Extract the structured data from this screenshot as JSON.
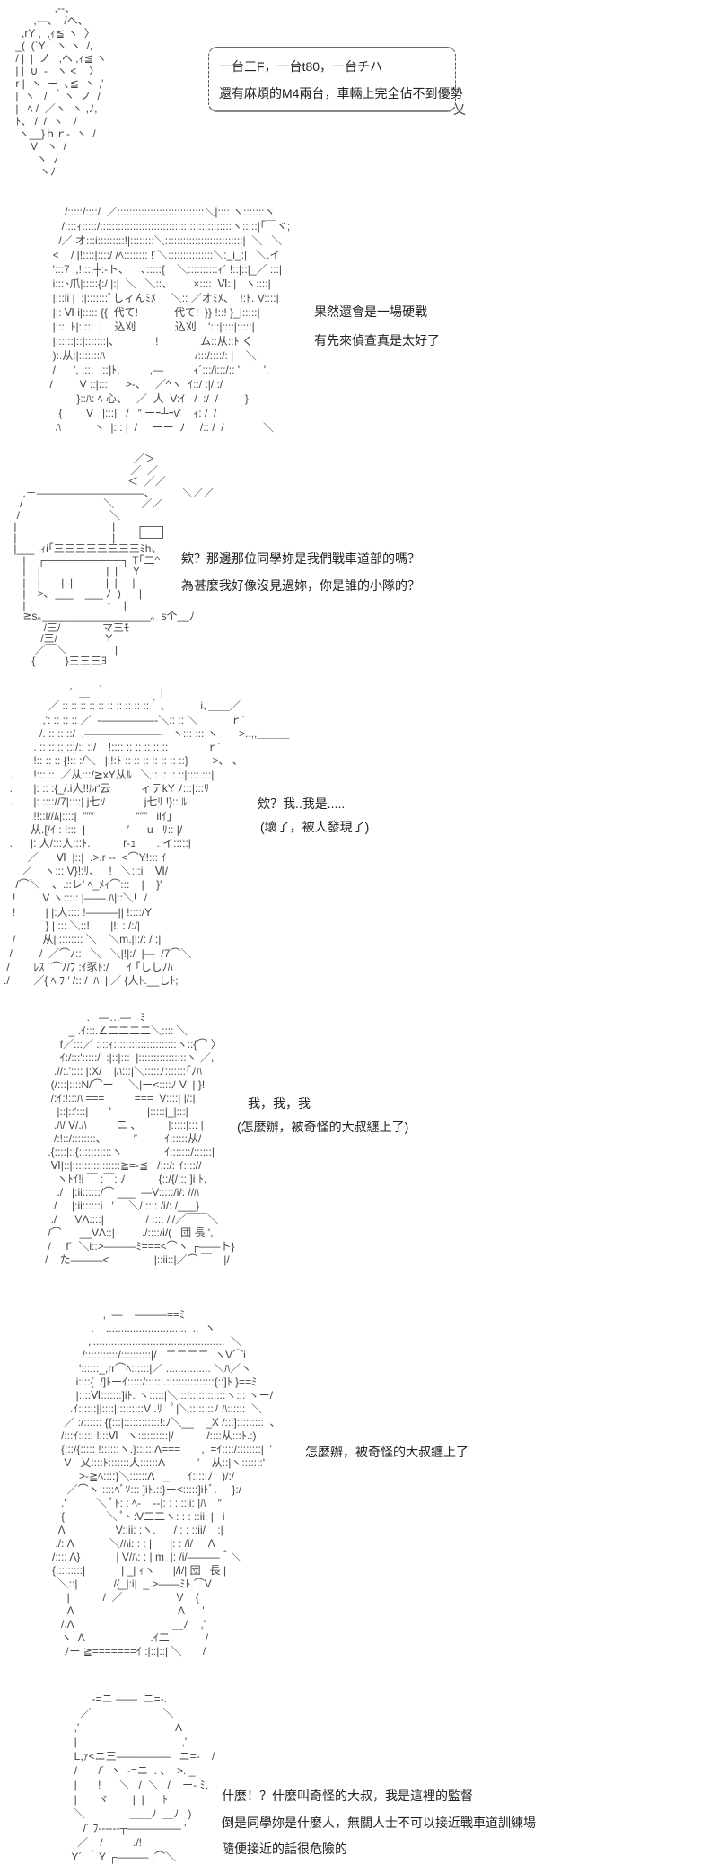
{
  "panels": [
    {
      "art": "              ,-‐、\n       ,―、  /ヘ、\n   ,rY ,  ,ｨ≦ ヽ  〉\n _(  (`Y｀ヽ ヽ  /,\n / |  |  ノ   ,ヘ ,ｨ≦ ヽ\n | |  ∪  -   ヽ <    〉\n r |  ヽ  ー  ､≦  ヽ ,'\n |  ヽ   /  ｀ヽ  ノ  /\n |   ﾍ /  ／ヽ  ヽ ,ﾉ,\n ﾄ、 /  /  ヽ   ﾉ\n  ヽ__}ｈｒ-  ヽ  /\n      V   ヽ  /\n        ヽ  ﾉ\n         ヽﾉ",
      "dialogue": [
        "一台三F，一台t80，一台チハ",
        "還有麻煩的M4兩台，車輛上完全佔不到優勢"
      ]
    },
    {
      "art": "      /:::::/::::/  ／:::::::::::::::::::::::::::::＼|:::: ヽ:::::::ヽ\n     /::::ｨ:::::/::::::::::::::::::::::::::::::::::::::::::::ヽ:::::|｢￣ヾ;\n    /／ オ:::i:::::::::!|::::::::＼::::::::::::::::::::::::::|  ＼   ＼\n  <    / |!::::|::::/ /ﾍ:::::::: !´＼:::::::::::::::＼:_i_:|   ＼.イ\n  ':::7  ,!::::┼:-ト、    ､:::::{    ＼::::::::::ｨ´ !::|::|_／ :::|\n  i:::ﾄ爪|:::::{:/ |:|  ＼   ＼::、       ×::::  Ⅵ::|   ヽ::::|\n  |:::li |  :|:::::::ﾞしィんﾐﾒ     ＼:: ／オﾐﾒ、  !:ﾄ. V::::|\n  |:: Ⅵ i|::::: {{  代て!            代て!  }} !::! }_|:::::|\n  |:::: ﾄ|:::::  |    込刈             込刈    ':::|::::|:::::|\n  |::::::|::|:::::::|、            !              ム::从::ﾄ く\n  ):.从:|:::::::ﾊ                              /:::/::::/: |    ＼\n  /      ', ::::  |::]ﾄ.          ,―          ｨ´:::/i:::/:: '        ',\n /         V ::|:::!     >-、   ／^ヽ  ｲ::/ :|/ :/\n          }::ﾊ: ﾍ 心、   ／  人  V:ｲ   /  :/  /         }\n    {        V   |:::|   /   ″ ーｰ┴ｰv'    ｨ: /  /\n   ﾊ           ヽ  |::: |  /     ーー  ﾉ     /:: /  /             ＼",
      "dialogue": [
        "果然還會是一場硬戰",
        "有先來偵查真是太好了"
      ]
    },
    {
      "art": "                                         ／＞\n                                        ／  ／\n                                       ＜  ／／\n    ,－――――――――――、         ＼／／\n   /                           ＼         ／／\n  /                              ＼\n |                                |       ┌──┐\n |                                |       └──┘\n |___ ,ｨi｢三三三三三三三三ﾐh、\n    |    ┌──────────┐ T｢二^\n    |    |                      |  |     Y\n    |    |       |  |           |  |     |\n    |    >､  ___    ___ ﾉ  )      |\n    |                           ↑    |\n    ≧s｡__________________。s个__ﾉ\n           /三/              マ三ﾓ\n          /三/                Y\n        ／￣＼                |\n       {          }三三三ﾖ",
      "dialogue": [
        "欸？那邊那位同學妳是我們戰車道部的嗎？",
        "為甚麼我好像沒見過妳，你是誰的小隊的？"
      ]
    },
    {
      "art": "                      ´  ＿  ｀                  |\n               ／ :: :: :: :: :: :: :: :: :: ::｀、          i､＿＿／\n             ,': :: :: :: ／  ‐―――――‐＼:: :: ＼           ｒ´\n            /. :: :: ::/  .―――――――‐   ヽ::: ::: ヽ       >..,,＿＿＿\n          . :: :: :: :::/:: ::/    !:::: :: :: :: :: ::             ｒ´\n          !:: :: :: {!:: :/＼   |:!:ﾄ :: :: :: :: :: :: ::}        >、 、\n  .       !::: ::  ／从:::/≧xY从ﾙ   ＼:: :: :: ::|:::: :::|\n  .       |: :: :{_/.i人!!ﾙr'云          ィテkY ﾉ:::|:::ﾘ\n  .       |: :::://7|::::| j七ｿ             j七ﾘ !}:: ﾙ\n          !!::l//ﾑ|::::|  ″″″              ″″″   ilｲ」\n         从.[/ｲ : !:::  |              ′      u   ﾘ:: |/\n  .      |: 人/:::人:::ﾄ.           r‐ｭ       . イ:::::|\n        ／      Ⅵ  |::|  .>.r ‐‐  <⌒Y!::: ｲ\n      ／    ヽ::: V}!:ﾘ、   !   ＼:::i    Ⅵ/\n    /⌒＼    、.::レ' ﾍ_ﾒｨ⌒:::    |    }′\n   !         V ヽ::::: |――.ﾊ|::＼!  ﾉ\n   !          | |:人:::: !―――|| !::::/Y\n              } | ::: ＼::!       |!: : /:/|\n   /         从| :::::::: ＼    ＼m.|!:/: / :|\n  /         /  ／⌒ﾉ::   ＼   ＼|!|:/  |―  /7⌒＼\n /        ﾚｽ ´⌒ﾉ/ﾌ :ｲ豕ﾄ:/      ｲ ｢ししﾉﾊ\n./        ／{ ﾍ ﾌ ′ /:: /  ﾊ  ||／ {人ﾄ.__しﾄ;",
      "dialogue": [
        "欸？我..我是.....",
        "(壞了，被人發現了)"
      ]
    },
    {
      "art": "                       .   ―…―   ﾐ\n                 _ .ｲ:::.∠二二二二＼:::: ＼\n              f／:::／ ::::ｨ:::::::::::::::::::::ヽ::{⌒ 〉\n              ｲ:/:::':::::/  :|::|:::  |::::::::::::::::ヽ ／,\n            .//:.':::: |:X/    |ﾊ:::|＼:::::ﾉ:::::::｢ﾉﾊ\n           (/:::|::::N/⌒ー     ＼|ー<::::ﾉ V| | }!\n           /:ｲ:!:::ﾊ ===          ===  V::::| |/:|\n             |::|::':::|       '            |:::::|_|:::|\n            .ﾊ/ V/.ﾊ          ニ 、         |:::::|::: |\n            /:!::/::::::::、         ″         ｲ::::::从/\n          .{::::|::{:::::::::::ヽ              ｲ:::::::/::::::|\n           Ⅵ|::|::::::::::::::::≧=-≦   /:::/: ｲ:::://\n             ヽﾄｲ!i ￣ :￣: ﾉ           {::/{/::: ]i ﾄ.\n             ./   |:ii::::::/⌒ ___  ―V:::::/i/: //ﾊ\n            /     |:ii::::::i   ′     ＼/ :::: /i/: /___}\n           ./      VΛ::::|              / :::: /i/／￣￣＼\n          /⌒      __VΛ::|         ./::::/i/(   団 長 ',\n          /     f´  ＼i::>―――ﾐ===<⌒ヽ ┌――ト}\n         /    た―――<               |::ii::|／⌒ ￣    |/",
      "dialogue": [
        "我，我，我",
        "(怎麼辦，被奇怪的大叔纏上了)"
      ]
    },
    {
      "art": "                          ,  ―    ―――==ﾐ\n                      .    ...........................  ..  ヽ\n                     ,'............................................  ＼\n                   /:::::::::::/::::::::::|/   二二二二  ヽV⌒i\n                  '::::::_,rr⌒ﾍ::::::|／ ............... ＼ﾊ／ヽ\n                 i::::{  /]ﾄーｲ:::::/::::::.::::::::::::::::{::]ﾄ }==ﾐ\n                 |::::Ⅵ:::::::]iﾄ. ヽ:::::|＼:::!::::::::::::ヽ::: ヽー/\n               .ｲ::::::||::::|:::::::::V .ﾘ   ﾟ|＼::::::::ﾉ ﾊ::::::  ＼\n             ／ :/:::::: {{:::|::::::::::::!:ﾉ＼__    _X /:::]:::::::::  、\n            /:::ｲ::::: !:::Ⅵ   ヽ::::::::::|/           /::::从:::ﾄ.:)\n            {:::/{::::: !::::::ヽ.}::::::Λ===       ,  =ｲ::::/::::::::|  '\n             V   乂::::ﾄ:::::::人::::::Λ           ′    从::|ヽ:::::::'\n                  >-≧ﾍ::::}＼::::::Λ   _      ｲ:::::ﾉ   )/:/\n              ／⌒ヽ ::::ﾍﾞｿ::: ]iﾄ.::}ー<:::::]iﾄﾞ.     }:/\n            .'          ＼ ﾟﾄ: : ﾍ-    --|: : : ::ii: |ﾊ    ″\n            {              ＼ ﾟﾄ :V二二ヽ: : : ::ii: |   i\n           Λ                 V::ii: :ヽ.      / : : ::ii/    :|\n          ./: Λ            ＼/ﾊi: : : |      |: : /i/     Λ\n         /:::: Λ}            | V/ﾊ: : | m  |: /i/―――＾＼\n         {:::::::::|            | _| ｨヽ      |/i/| 団   長 |\n           ＼::|            /{_|:i|  _.>――ﾐﾄ.⌒V\n              |           /  ／                  V    {\n              Λ                                   Λ      '\n            /.Λ                                 ＿ﾉ    ,'\n            ヽ  Λ                      .ｲ二            /\n             ﾉー ≧=======ｲ :|::|::| ＼       /",
      "dialogue": [
        "怎麼辦，被奇怪的大叔纏上了"
      ]
    },
    {
      "art": "              -=ニ ――  ニ=-.\n          ／                        ＼\n        ,'                                Λ\n        |                                   ,'\n        L,ｧ<ニ三―――――   ニ=-    /\n        /       /´  ヽ  -=ニ  . 、  >. _\n        |       !      ＼   /  ＼   /    ー‐ ﾐ,\n        |       ヾ        |  |      ﾄ\n        ＼               ＿＿ﾉ  ＿ﾉ   )\n           /´ ﾌ‐‐‐‐‐‐┬――――― ′\n         ／    /          ./!\n       Y´  ｀Y ┌――― |⌒＼",
      "dialogue": [
        "什麼！？什麼叫奇怪的大叔，我是這裡的監督",
        "倒是同學妳是什麼人，無關人士不可以接近戰車道訓練場",
        "隨便接近的話很危險的"
      ]
    }
  ]
}
